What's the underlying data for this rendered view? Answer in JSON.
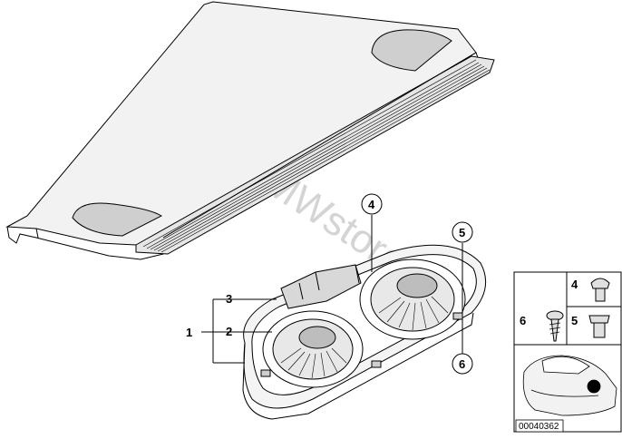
{
  "watermark": "www.BMWstore.ru",
  "callouts": {
    "c1": "1",
    "c2": "2",
    "c3": "3",
    "c4": "4",
    "c5": "5",
    "c6": "6"
  },
  "legend": {
    "l4": "4",
    "l5": "5",
    "l6": "6"
  },
  "diagram_code": "00040362",
  "colors": {
    "line": "#000000",
    "shade": "#cfcfcf",
    "watermark": "#d4d4d4"
  }
}
